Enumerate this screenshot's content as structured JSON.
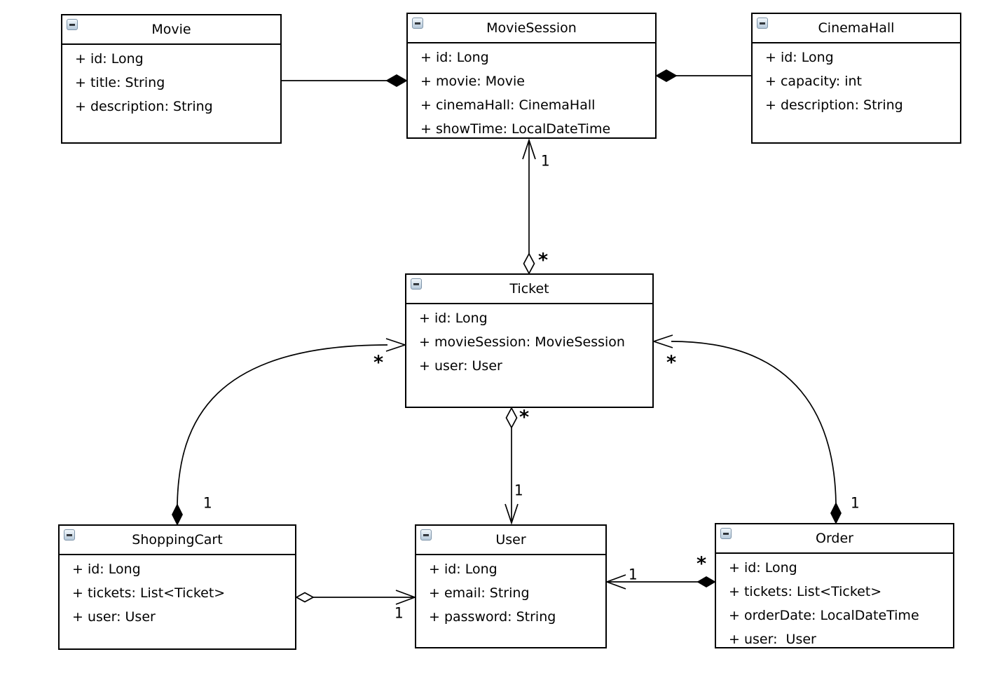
{
  "diagram": {
    "type": "uml-class-diagram",
    "colors": {
      "background": "#ffffff",
      "line": "#000000",
      "box_fill": "#ffffff",
      "collapse_icon_fill": "#c6d5e2",
      "collapse_icon_border": "#7d93a8"
    },
    "classes": [
      {
        "name": "Movie",
        "collapse_icon": "minus-square",
        "attributes": [
          "+ id: Long",
          "+ title: String",
          "+ description: String"
        ]
      },
      {
        "name": "MovieSession",
        "collapse_icon": "minus-square",
        "attributes": [
          "+ id: Long",
          "+ movie: Movie",
          "+ cinemaHall: CinemaHall",
          "+ showTime: LocalDateTime"
        ]
      },
      {
        "name": "CinemaHall",
        "collapse_icon": "minus-square",
        "attributes": [
          "+ id: Long",
          "+ capacity: int",
          "+ description: String"
        ]
      },
      {
        "name": "Ticket",
        "collapse_icon": "minus-square",
        "attributes": [
          "+ id: Long",
          "+ movieSession: MovieSession",
          "+ user: User"
        ]
      },
      {
        "name": "ShoppingCart",
        "collapse_icon": "minus-square",
        "attributes": [
          "+ id: Long",
          "+ tickets: List<Ticket>",
          "+ user: User"
        ]
      },
      {
        "name": "User",
        "collapse_icon": "minus-square",
        "attributes": [
          "+ id: Long",
          "+ email: String",
          "+ password: String"
        ]
      },
      {
        "name": "Order",
        "collapse_icon": "minus-square",
        "attributes": [
          "+ id: Long",
          "+ tickets: List<Ticket>",
          "+ orderDate: LocalDateTime",
          "+ user:  User"
        ]
      }
    ],
    "relationships": [
      {
        "from": "Movie",
        "to": "MovieSession",
        "target_decoration": "filled-diamond"
      },
      {
        "from": "CinemaHall",
        "to": "MovieSession",
        "target_decoration": "filled-diamond"
      },
      {
        "from": "Ticket",
        "to": "MovieSession",
        "source_decoration": "open-diamond",
        "target_decoration": "open-arrow",
        "source_label": "*",
        "target_label": "1"
      },
      {
        "from": "Ticket",
        "to": "User",
        "source_decoration": "open-diamond",
        "target_decoration": "open-arrow",
        "source_label": "*",
        "target_label": "1"
      },
      {
        "from": "ShoppingCart",
        "to": "Ticket",
        "source_decoration": "filled-diamond",
        "target_decoration": "open-arrow",
        "source_label": "1",
        "target_label": "*"
      },
      {
        "from": "Order",
        "to": "Ticket",
        "source_decoration": "filled-diamond",
        "target_decoration": "open-arrow",
        "source_label": "1",
        "target_label": "*"
      },
      {
        "from": "ShoppingCart",
        "to": "User",
        "source_decoration": "open-diamond",
        "target_decoration": "open-arrow",
        "target_label": "1"
      },
      {
        "from": "Order",
        "to": "User",
        "source_decoration": "filled-diamond",
        "target_decoration": "open-arrow",
        "source_label": "*",
        "target_label": "1"
      }
    ]
  }
}
